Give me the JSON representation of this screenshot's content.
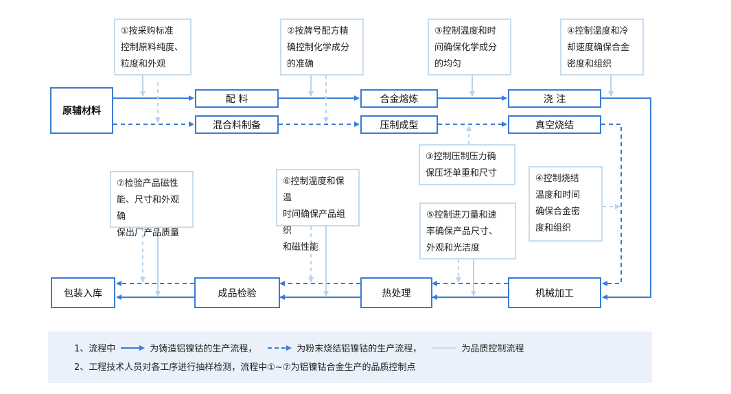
{
  "colors": {
    "main_flow": "#3a7bd5",
    "dashed_flow": "#3a7bd5",
    "quality_flow": "#c6dcef",
    "legend_bg": "#eaf1fa"
  },
  "process": {
    "raw": "原辅材料",
    "batching": "配  料",
    "mixing": "混合料制备",
    "smelting": "合金熔炼",
    "pressing": "压制成型",
    "casting": "浇  注",
    "sintering": "真空烧结",
    "machining": "机械加工",
    "heat": "热处理",
    "inspect": "成品检验",
    "pack": "包装入库"
  },
  "notes": {
    "n1": "①按采购标准\n控制原料纯度、\n粒度和外观",
    "n2": "②按牌号配方精\n确控制化学成分\n的准确",
    "n3a": "③控制温度和时\n间确保化学成分\n的均匀",
    "n4a": "④控制温度和冷\n却速度确保合金\n密度和组织",
    "n3b": "③控制压制压力确\n保压坯单重和尺寸",
    "n4b": "④控制烧结\n温度和时间\n确保合金密\n度和组织",
    "n5": "⑤控制进刀量和速\n率确保产品尺寸、\n外观和光洁度",
    "n6": "⑥控制温度和保温\n时间确保产品组织\n和磁性能",
    "n7": "⑦检验产品磁性\n能、尺寸和外观确\n保出厂产品质量"
  },
  "legend": {
    "row1_prefix": "1、流程中",
    "row1_solid": "为铸造铝镍钴的生产流程，",
    "row1_dashed": "为粉末烧结铝镍钴的生产流程，",
    "row1_light": "为品质控制流程",
    "row2": "2、工程技术人员对各工序进行抽样检测，流程中①~⑦为铝镍钴合金生产的品质控制点"
  }
}
